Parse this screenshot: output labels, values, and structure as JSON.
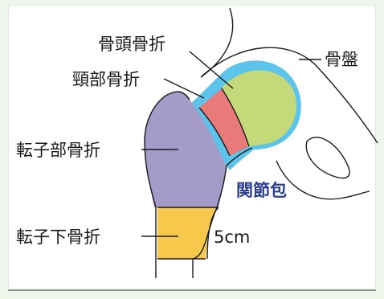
{
  "labels": {
    "head_fracture": "骨頭骨折",
    "neck_fracture": "頸部骨折",
    "trochanteric_fracture": "転子部骨折",
    "subtrochanteric_fracture": "転子下骨折",
    "pelvis": "骨盤",
    "joint_capsule": "関節包",
    "distance": "5cm"
  },
  "colors": {
    "head": "#c5d97a",
    "neck": "#e87a7a",
    "trochanter": "#a49bc8",
    "subtrochanter": "#f8c84c",
    "capsule": "#5cc3ea",
    "capsule_text": "#2a3f93",
    "background": "#eef6ec"
  }
}
